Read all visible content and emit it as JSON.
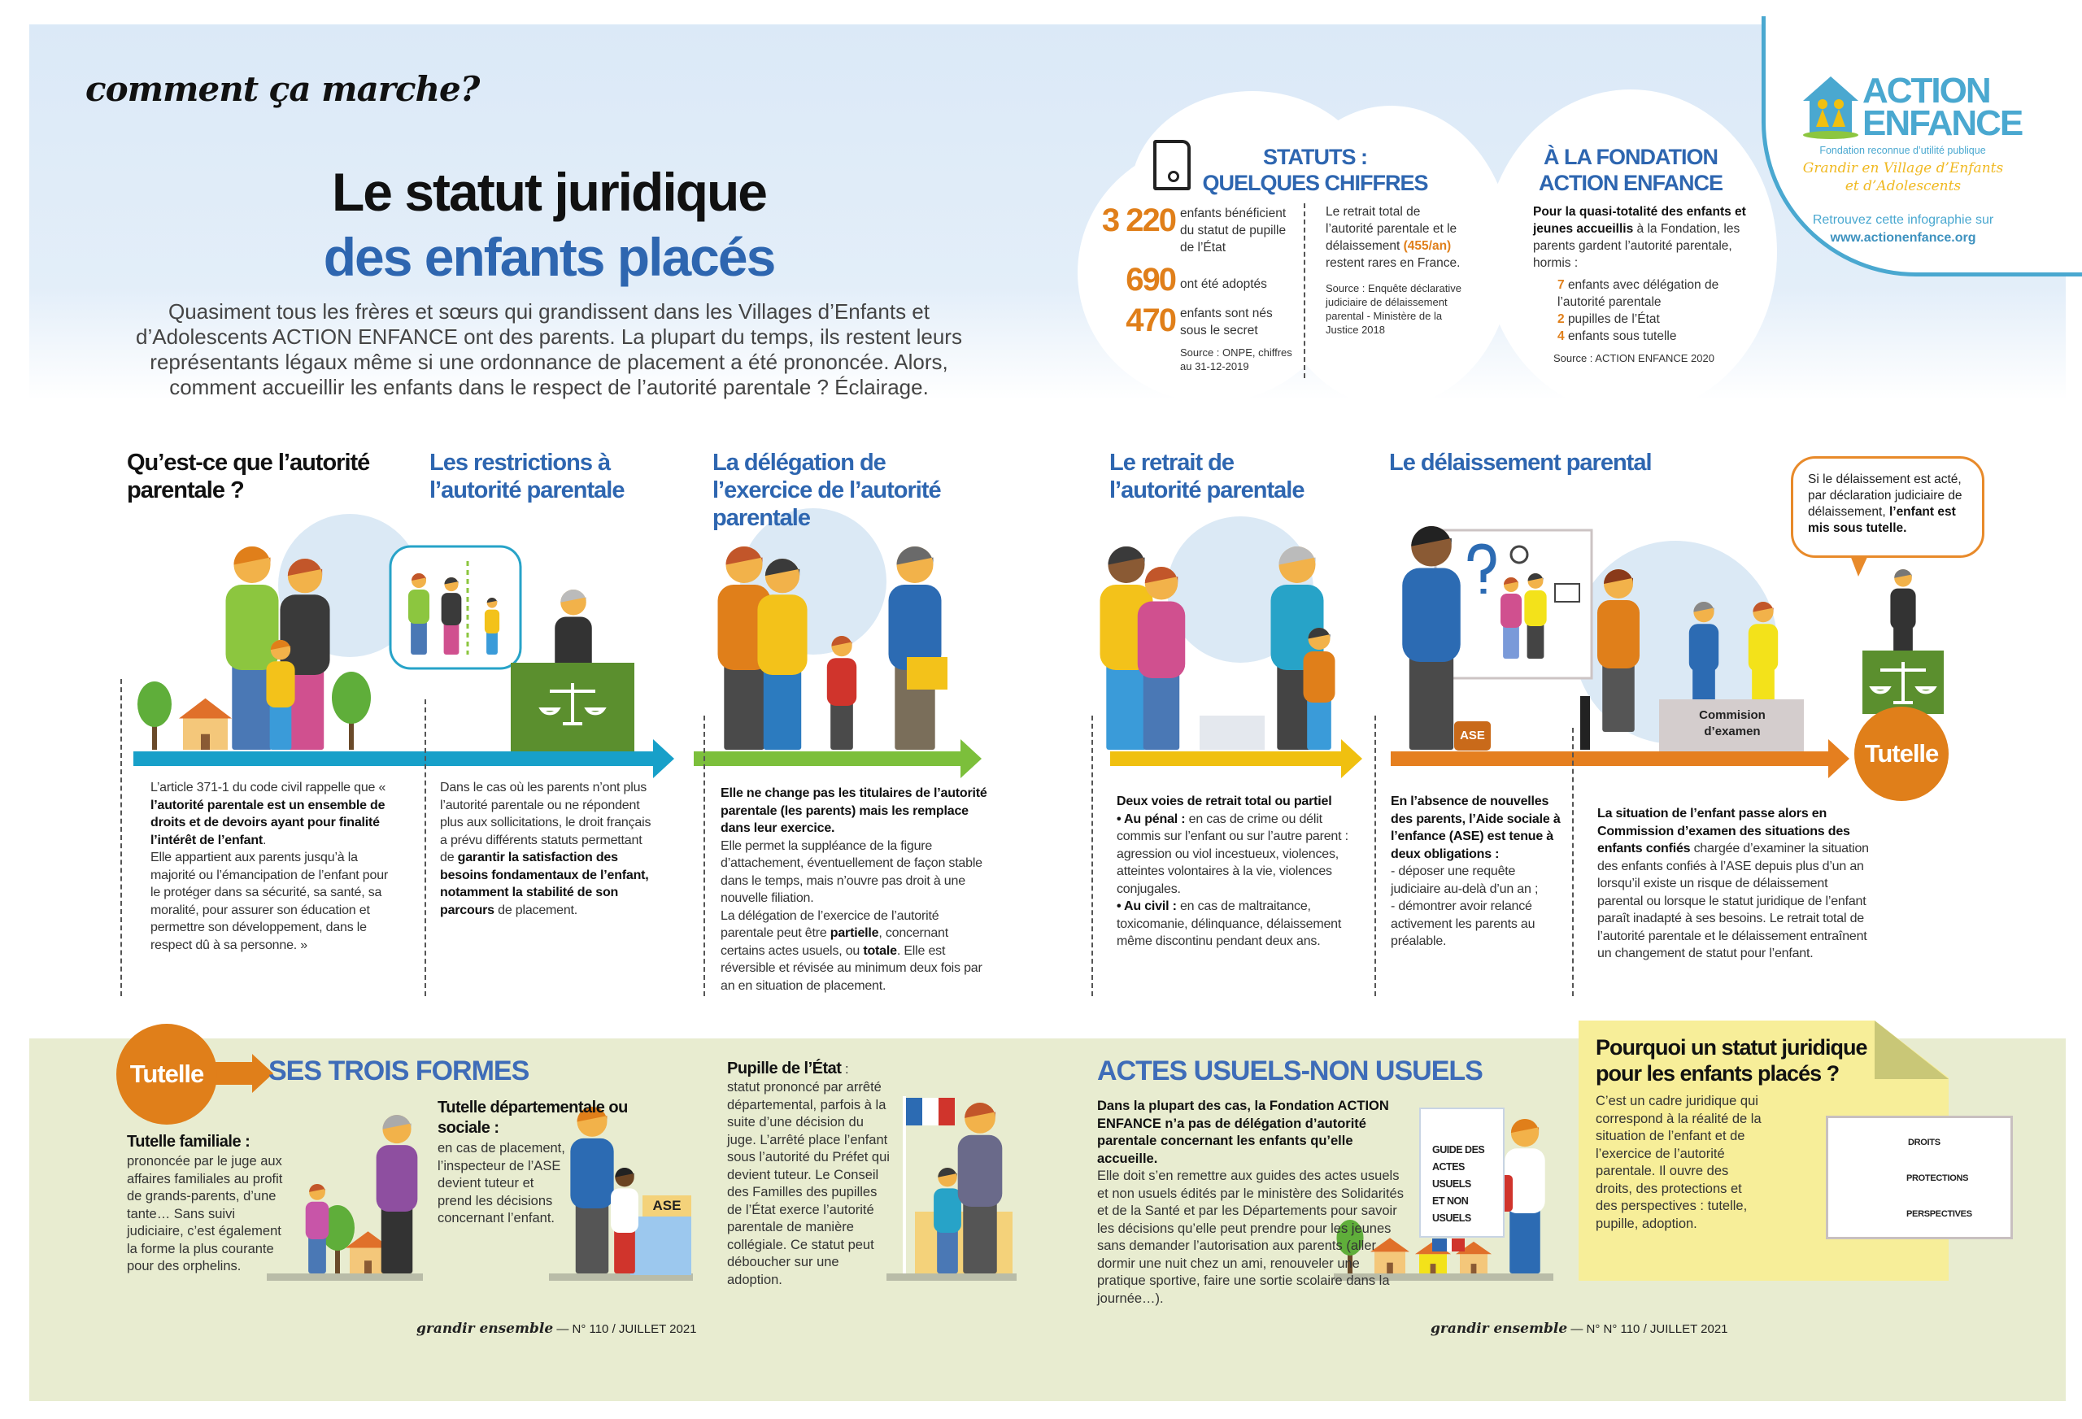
{
  "header": {
    "kicker": "comment ça marche?",
    "title_line1": "Le statut juridique",
    "title_line2": "des enfants placés",
    "intro": "Quasiment tous les frères et sœurs qui grandissent dans les Villages d’Enfants et d’Adolescents ACTION ENFANCE ont des parents. La plupart du temps, ils restent leurs représentants légaux même si une ordonnance de placement a été prononcée. Alors, comment accueillir les enfants dans le respect de l’autorité parentale ? Éclairage."
  },
  "stats": {
    "icon": "certificate-scroll-icon",
    "title_line1": "STATUTS :",
    "title_line2": "QUELQUES CHIFFRES",
    "items": [
      {
        "number": "3 220",
        "text": "enfants bénéficient du statut de pupille de l’État"
      },
      {
        "number": "690",
        "text": "ont été adoptés"
      },
      {
        "number": "470",
        "text": "enfants sont nés sous le secret"
      }
    ],
    "source": "Source : ONPE, chiffres au 31-12-2019",
    "right_text": "Le retrait total de l’autorité parentale et le délaissement",
    "right_highlight": "(455/an)",
    "right_text_end": "restent rares en France.",
    "right_source": "Source : Enquête déclarative judiciaire de délaissement parental - Ministère de la Justice 2018"
  },
  "foundation": {
    "title_line1": "À LA FONDATION",
    "title_line2": "ACTION ENFANCE",
    "intro": [
      {
        "t": "Pour la quasi-totalité des enfants et jeunes accueillis",
        "b": true
      },
      {
        "t": " à la Fondation, les parents gardent l’autorité parentale, hormis :",
        "b": false
      }
    ],
    "items": [
      {
        "number": "7",
        "text": "enfants avec délégation de l’autorité parentale"
      },
      {
        "number": "2",
        "text": "pupilles de l’État"
      },
      {
        "number": "4",
        "text": "enfants sous tutelle"
      }
    ],
    "source": "Source : ACTION ENFANCE 2020"
  },
  "logo": {
    "name_line1": "ACTION",
    "name_line2": "ENFANCE",
    "tagline": "Fondation reconnue d’utilité publique",
    "slogan_line1": "Grandir en Village d’Enfants",
    "slogan_line2": "et d’Adolescents",
    "promo": "Retrouvez cette infographie sur",
    "url": "www.actionenfance.org",
    "color": "#4aa8d0",
    "slogan_color": "#f0b922"
  },
  "colors": {
    "heading_blue": "#2e66b0",
    "accent_orange": "#e07f1a",
    "timeline_blue": "#17a0c9",
    "timeline_green": "#7cbf3b",
    "timeline_yellow": "#f0c010",
    "timeline_orange": "#e57f1f",
    "bottom_panel": "#e8ecd0",
    "note_yellow": "#f7ee99"
  },
  "sections": [
    {
      "heading": "Qu’est-ce que l’autorité parentale ?",
      "body": [
        {
          "t": "L’article 371-1 du code civil rappelle que « ",
          "b": false
        },
        {
          "t": "l’autorité parentale est un ensemble de droits et de devoirs ayant pour finalité l’intérêt de l’enfant",
          "b": true
        },
        {
          "t": ".\nElle appartient aux parents jusqu’à la majorité ou l’émancipation de l’enfant pour le protéger dans sa sécurité, sa santé, sa moralité, pour assurer son éducation et permettre son développement, dans le respect dû à sa personne. »",
          "b": false
        }
      ]
    },
    {
      "heading": "Les restrictions à l’autorité parentale",
      "body": [
        {
          "t": "Dans le cas où les parents n’ont plus l’autorité parentale ou ne répondent plus aux sollicitations, le droit français a prévu différents statuts permettant de ",
          "b": false
        },
        {
          "t": "garantir la satisfaction des besoins fondamentaux de l’enfant, notamment la stabilité de son parcours",
          "b": true
        },
        {
          "t": " de placement.",
          "b": false
        }
      ]
    },
    {
      "heading": "La délégation de l’exercice de l’autorité parentale",
      "body": [
        {
          "t": "Elle ne change pas les titulaires de l’autorité parentale (les parents) mais les remplace dans leur exercice.",
          "b": true
        },
        {
          "t": "\nElle permet la suppléance de la figure d’attachement, éventuellement de façon stable dans le temps, mais n’ouvre pas droit à une nouvelle filiation.\nLa délégation de l’exercice de l’autorité parentale peut être ",
          "b": false
        },
        {
          "t": "partielle",
          "b": true
        },
        {
          "t": ", concernant certains actes usuels, ou ",
          "b": false
        },
        {
          "t": "totale",
          "b": true
        },
        {
          "t": ". Elle est réversible et révisée au minimum deux fois par an en situation de placement.",
          "b": false
        }
      ]
    },
    {
      "heading": "Le retrait de l’autorité parentale",
      "body": [
        {
          "t": "Deux voies de retrait total ou partiel\n• Au pénal :",
          "b": true
        },
        {
          "t": " en cas de crime ou délit commis sur l’enfant ou sur l’autre parent : agression ou viol incestueux, violences, atteintes volontaires à la vie, violences conjugales.\n",
          "b": false
        },
        {
          "t": "• Au civil :",
          "b": true
        },
        {
          "t": " en cas de maltraitance, toxicomanie, délinquance, délaissement même discontinu pendant deux ans.",
          "b": false
        }
      ]
    },
    {
      "heading": "Le délaissement parental",
      "body": [
        {
          "t": "En l’absence de nouvelles des parents, l’Aide sociale à l’enfance (ASE) est tenue à deux obligations :",
          "b": true
        },
        {
          "t": "\n- déposer une requête judiciaire au-delà d’un an ;\n- démontrer avoir relancé activement les parents au préalable.",
          "b": false
        }
      ]
    },
    {
      "heading": "",
      "body": [
        {
          "t": "La situation de l’enfant passe alors en Commission d’examen des situations des enfants confiés",
          "b": true
        },
        {
          "t": " chargée d’examiner la situation des enfants confiés à l’ASE depuis plus d’un an lorsqu’il existe un risque de délaissement parental ou lorsque le statut juridique de l’enfant paraît inadapté à ses besoins. Le retrait total de l’autorité parentale et le délaissement entraînent un changement de statut pour l’enfant.",
          "b": false
        }
      ]
    }
  ],
  "illustration_labels": {
    "ase_bag": "ASE",
    "commission_line1": "Commision",
    "commission_line2": "d’examen",
    "tutelle_circle": "Tutelle"
  },
  "bubble": [
    {
      "t": "Si le délaissement est acté, par déclaration judiciaire de délaissement, ",
      "b": false
    },
    {
      "t": "l’enfant est mis sous tutelle.",
      "b": true
    }
  ],
  "bottom": {
    "tutelle_badge": "Tutelle",
    "forms_title": "SES TROIS FORMES",
    "familiale_title": "Tutelle familiale :",
    "familiale_text": "prononcée par le juge aux affaires familiales au profit de grands-parents, d’une tante… Sans suivi judiciaire, c’est également la forme la plus courante pour des orphelins.",
    "departementale_title": "Tutelle départementale ou sociale :",
    "departementale_text": "en cas de placement, l’inspecteur de l’ASE devient tuteur et prend les décisions concernant l’enfant.",
    "ase_sign": "ASE",
    "pupille_title": "Pupille de l’État",
    "pupille_colon": " :",
    "pupille_text": "statut prononcé par arrêté départemental, parfois à la suite d’une décision du juge. L’arrêté place l’enfant sous l’autorité du Préfet qui devient tuteur. Le Conseil des Familles des pupilles de l’État exerce l’autorité parentale de manière collégiale. Ce statut peut déboucher sur une adoption.",
    "actes_title": "ACTES USUELS-NON USUELS",
    "actes_text": [
      {
        "t": "Dans la plupart des cas, la Fondation ACTION ENFANCE n’a pas de délégation d’autorité parentale concernant les enfants qu’elle accueille.",
        "b": true
      },
      {
        "t": "\nElle doit s’en remettre aux guides des actes usuels et non usuels édités par le ministère des Solidarités et de la Santé et par les Départements pour savoir les décisions qu’elle peut prendre pour les jeunes sans demander l’autorisation aux parents (aller dormir une nuit chez un ami, renouveler une pratique sportive, faire une sortie scolaire dans la journée…).",
        "b": false
      }
    ],
    "guide_line1": "GUIDE DES",
    "guide_line2": "ACTES USUELS",
    "guide_line3": "ET NON USUELS",
    "note_title": "Pourquoi un statut juridique pour les enfants placés ?",
    "note_text": "C’est un cadre juridique qui correspond à la réalité de la situation de l’enfant et de l’exercice de l’autorité parentale. Il ouvre des droits, des protections et des perspectives : tutelle, pupille, adoption.",
    "board_labels": [
      "DROITS",
      "PROTECTIONS",
      "PERSPECTIVES"
    ]
  },
  "footer": {
    "left_brand": "grandir ensemble",
    "left_issue": " — N° 110 / JUILLET 2021",
    "right_brand": "grandir ensemble",
    "right_issue": " — N° N° 110 / JUILLET 2021"
  }
}
